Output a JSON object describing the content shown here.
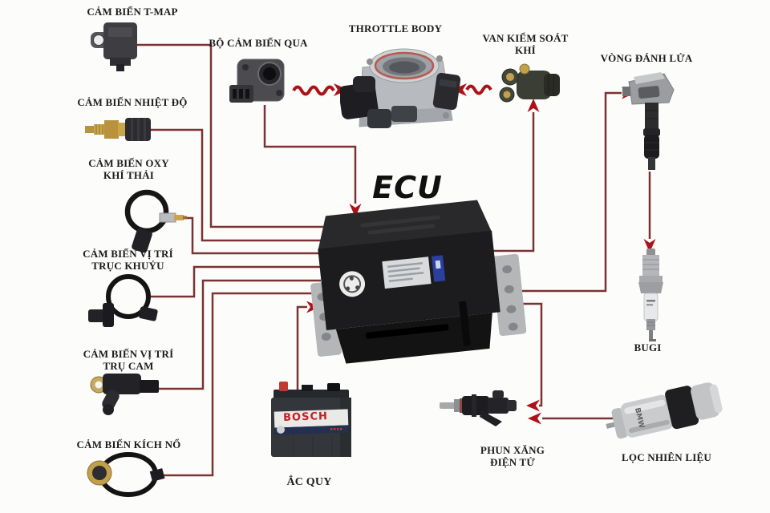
{
  "title": "ECU",
  "colors": {
    "background": "#fcfcfb",
    "wire": "#7b3232",
    "arrow": "#ad1118",
    "label_text": "#1c1c1c",
    "bosch_red": "#c41e22",
    "blue_sticker": "#2b3f9f",
    "gasket_red": "#b85a50"
  },
  "components": {
    "ecu": {
      "label": "ECU"
    },
    "tmap": {
      "label": "CẢM BIẾN T-MAP"
    },
    "temp": {
      "label": "CẢM BIẾN NHIỆT ĐỘ"
    },
    "oxy": {
      "label": "CẢM BIẾN OXY\nKHÍ THẢI"
    },
    "crank": {
      "label": "CẢM BIẾN VỊ TRÍ\nTRỤC KHUỶU"
    },
    "cam": {
      "label": "CẢM BIẾN VỊ TRÍ\nTRỤ CAM"
    },
    "knock": {
      "label": "CẢM BIẾN KÍCH NỔ"
    },
    "tps": {
      "label": "BỘ CẢM BIẾN QUA"
    },
    "throttle": {
      "label": "THROTTLE BODY"
    },
    "iac": {
      "label": "VAN KIỂM SOÁT\nKHÍ"
    },
    "coil": {
      "label": "VÒNG ĐÁNH LỬA"
    },
    "sparkplug": {
      "label": "BUGI"
    },
    "battery": {
      "label": "ẮC QUY",
      "brand": "BOSCH"
    },
    "injector": {
      "label": "PHUN XĂNG\nĐIỆN TỬ"
    },
    "fuelfilter": {
      "label": "LỌC NHIÊN LIỆU",
      "brand": "BMW"
    }
  }
}
